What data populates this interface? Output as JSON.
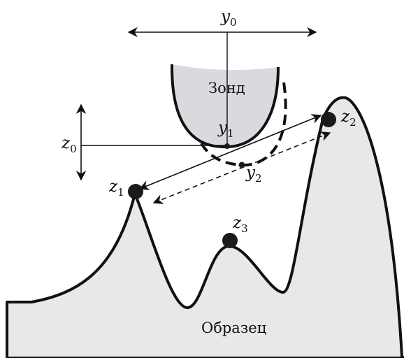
{
  "labels": {
    "y0": {
      "base": "y",
      "sub": "0"
    },
    "z0": {
      "base": "z",
      "sub": "0"
    },
    "y1": {
      "base": "y",
      "sub": "1"
    },
    "y2": {
      "base": "y",
      "sub": "2"
    },
    "z1": {
      "base": "z",
      "sub": "1"
    },
    "z2": {
      "base": "z",
      "sub": "2"
    },
    "z3": {
      "base": "z",
      "sub": "3"
    },
    "probe": "Зонд",
    "sample": "Образец"
  },
  "colors": {
    "fill": "#e6e8ea",
    "stroke": "#111111",
    "dot": "#1a1a1a"
  }
}
